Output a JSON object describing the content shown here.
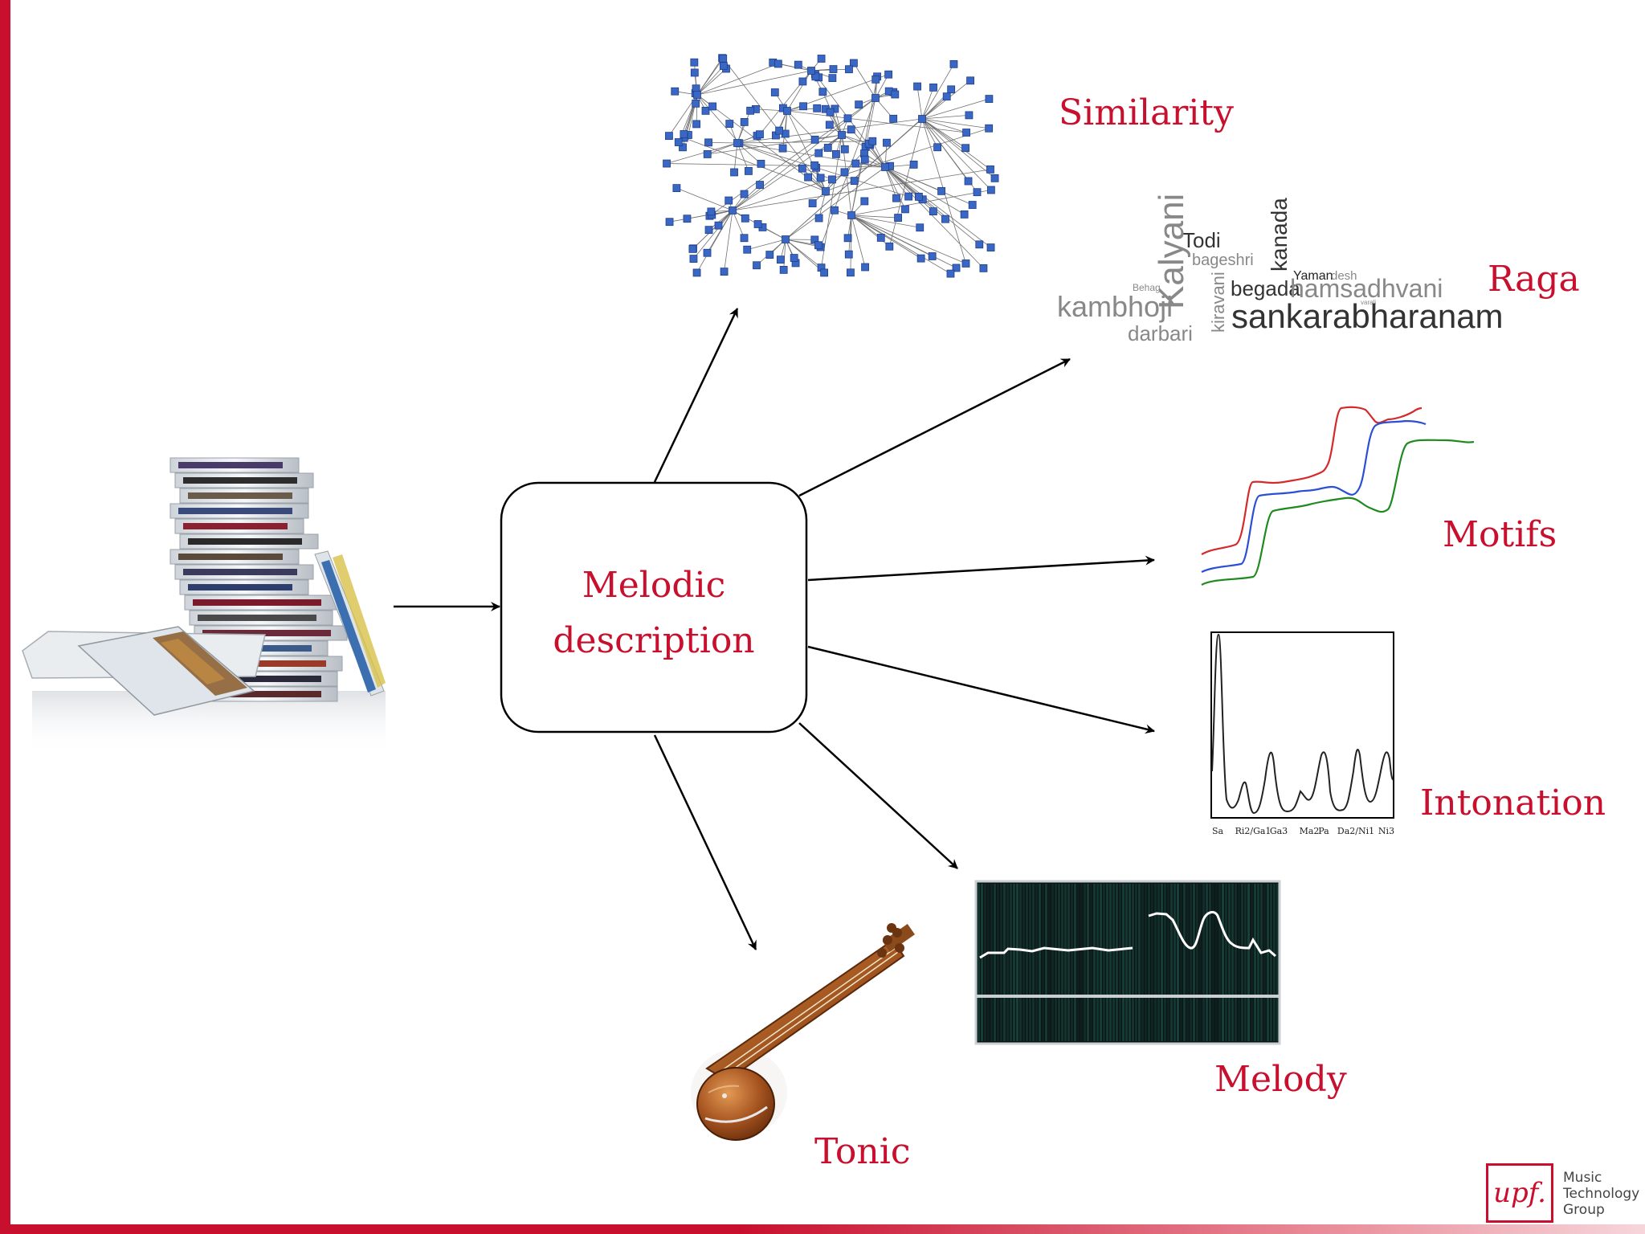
{
  "center_box": {
    "line1": "Melodic",
    "line2": "description"
  },
  "labels": {
    "similarity": "Similarity",
    "raga": "Raga",
    "motifs": "Motifs",
    "intonation": "Intonation",
    "melody": "Melody",
    "tonic": "Tonic"
  },
  "raga_words": [
    "Todi",
    "bageshri",
    "Kalyani",
    "kanada",
    "Yaman",
    "desh",
    "Behag",
    "kambhoji",
    "kiravani",
    "begada",
    "hamsadhvani",
    "varali",
    "sankarabharanam",
    "darbari"
  ],
  "intonation_ticks": [
    "Sa",
    "Ri2/Ga1",
    "Ga3",
    "Ma2",
    "Pa",
    "Da2/Ni1",
    "Ni3"
  ],
  "logo": {
    "mark": "upf.",
    "line1": "Music",
    "line2": "Technology",
    "line3": "Group"
  },
  "colors": {
    "accent": "#c8102e",
    "node": "#3a67c4",
    "motif_red": "#d42a2a",
    "motif_blue": "#2a4fd4",
    "motif_green": "#1f8a1f"
  }
}
